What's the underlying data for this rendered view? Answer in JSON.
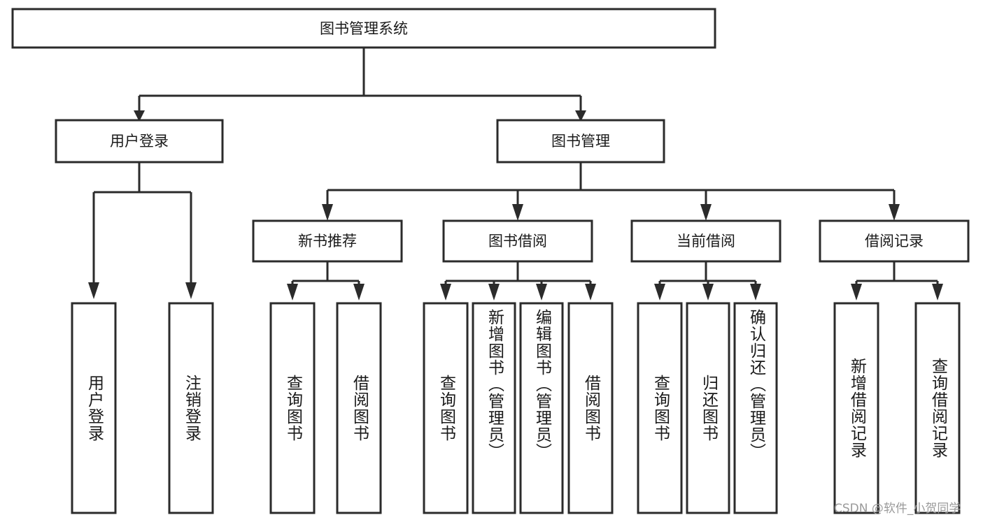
{
  "diagram": {
    "type": "tree-hierarchy",
    "title_node": {
      "label": "图书管理系统"
    },
    "level2": [
      {
        "id": "user-login",
        "label": "用户登录"
      },
      {
        "id": "book-management",
        "label": "图书管理"
      }
    ],
    "level3": [
      {
        "id": "new-book-recommend",
        "label": "新书推荐",
        "parent": "book-management"
      },
      {
        "id": "book-borrow",
        "label": "图书借阅",
        "parent": "book-management"
      },
      {
        "id": "current-borrow",
        "label": "当前借阅",
        "parent": "book-management"
      },
      {
        "id": "borrow-record",
        "label": "借阅记录",
        "parent": "book-management"
      }
    ],
    "leaves": [
      {
        "id": "leaf-user-login",
        "label": "用户登录",
        "parent": "user-login"
      },
      {
        "id": "leaf-logout-login",
        "label": "注销登录",
        "parent": "user-login"
      },
      {
        "id": "leaf-query-book-1",
        "label": "查询图书",
        "parent": "new-book-recommend"
      },
      {
        "id": "leaf-borrow-book-1",
        "label": "借阅图书",
        "parent": "new-book-recommend"
      },
      {
        "id": "leaf-query-book-2",
        "label": "查询图书",
        "parent": "book-borrow"
      },
      {
        "id": "leaf-add-book",
        "label": "新增图书（管理员）",
        "parent": "book-borrow"
      },
      {
        "id": "leaf-edit-book",
        "label": "编辑图书（管理员）",
        "parent": "book-borrow"
      },
      {
        "id": "leaf-borrow-book-2",
        "label": "借阅图书",
        "parent": "book-borrow"
      },
      {
        "id": "leaf-query-book-3",
        "label": "查询图书",
        "parent": "current-borrow"
      },
      {
        "id": "leaf-return-book",
        "label": "归还图书",
        "parent": "current-borrow"
      },
      {
        "id": "leaf-confirm-return",
        "label": "确认归还（管理员）",
        "parent": "current-borrow"
      },
      {
        "id": "leaf-add-record",
        "label": "新增借阅记录",
        "parent": "borrow-record"
      },
      {
        "id": "leaf-query-record",
        "label": "查询借阅记录",
        "parent": "borrow-record"
      }
    ],
    "watermark": "CSDN @软件_小贺同学",
    "colors": {
      "stroke": "#2b2b2b",
      "fill": "#ffffff",
      "text": "#1a1a1a",
      "watermark": "#9a9a9a"
    }
  }
}
